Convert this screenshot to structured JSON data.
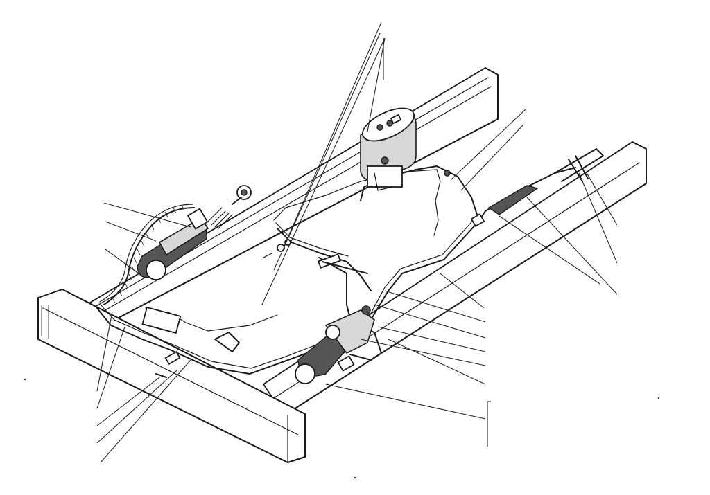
{
  "diagram": {
    "components": [
      {
        "id": "frame-rail-front",
        "kind": "frame-rail"
      },
      {
        "id": "frame-rail-right",
        "kind": "frame-rail"
      },
      {
        "id": "frame-rail-left",
        "kind": "frame-rail"
      },
      {
        "id": "reservoir",
        "kind": "fluid-reservoir"
      },
      {
        "id": "master-cylinder",
        "kind": "cylinder"
      },
      {
        "id": "slave-cylinder",
        "kind": "cylinder"
      },
      {
        "id": "cable-harness",
        "kind": "coiled-hose"
      },
      {
        "id": "valve-assembly",
        "kind": "valve"
      },
      {
        "id": "bracket-clip",
        "kind": "clip"
      },
      {
        "id": "rod-end",
        "kind": "rod-end"
      }
    ],
    "leader_line_count": 26,
    "text_labels": []
  }
}
